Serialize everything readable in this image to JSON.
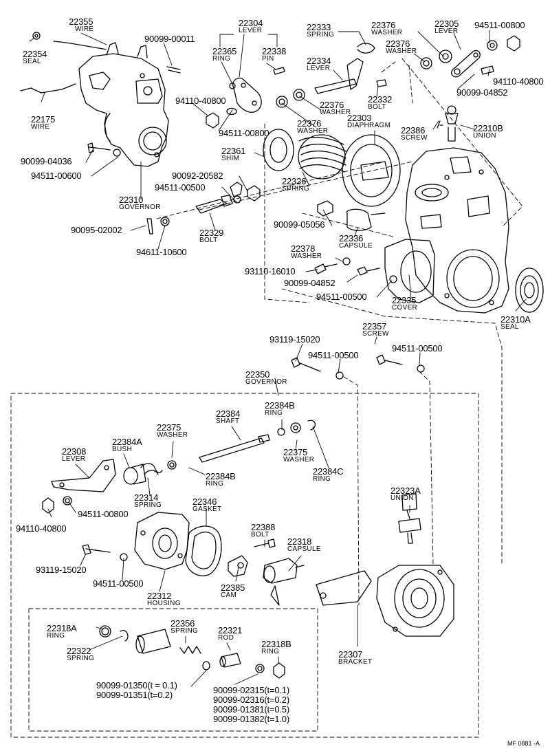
{
  "parts": [
    {
      "number": "22355",
      "name": "WIRE"
    },
    {
      "number": "22354",
      "name": "SEAL"
    },
    {
      "number": "90099-00011",
      "name": ""
    },
    {
      "number": "22304",
      "name": "LEVER"
    },
    {
      "number": "22365",
      "name": "RING"
    },
    {
      "number": "22338",
      "name": "PIN"
    },
    {
      "number": "22333",
      "name": "SPRING"
    },
    {
      "number": "22376",
      "name": "WASHER"
    },
    {
      "number": "22305",
      "name": "LEVER"
    },
    {
      "number": "94511-00800",
      "name": ""
    },
    {
      "number": "22376",
      "name": "WASHER"
    },
    {
      "number": "22334",
      "name": "LEVER"
    },
    {
      "number": "94110-40800",
      "name": ""
    },
    {
      "number": "90099-04852",
      "name": ""
    },
    {
      "number": "22332",
      "name": "BOLT"
    },
    {
      "number": "22175",
      "name": "WIRE"
    },
    {
      "number": "94110-40800",
      "name": ""
    },
    {
      "number": "94511-00800",
      "name": ""
    },
    {
      "number": "22376",
      "name": "WASHER"
    },
    {
      "number": "22376",
      "name": "WASHER"
    },
    {
      "number": "22303",
      "name": "DIAPHRAGM"
    },
    {
      "number": "22386",
      "name": "SCREW"
    },
    {
      "number": "22310B",
      "name": "UNION"
    },
    {
      "number": "90099-04036",
      "name": ""
    },
    {
      "number": "22361",
      "name": "SHIM"
    },
    {
      "number": "94511-00600",
      "name": ""
    },
    {
      "number": "90092-20582",
      "name": ""
    },
    {
      "number": "22326",
      "name": "SPRING"
    },
    {
      "number": "94511-00500",
      "name": ""
    },
    {
      "number": "22310",
      "name": "GOVERNOR"
    },
    {
      "number": "90099-05056",
      "name": ""
    },
    {
      "number": "90095-02002",
      "name": ""
    },
    {
      "number": "22329",
      "name": "BOLT"
    },
    {
      "number": "22336",
      "name": "CAPSULE"
    },
    {
      "number": "94611-10600",
      "name": ""
    },
    {
      "number": "22378",
      "name": "WASHER"
    },
    {
      "number": "93110-16010",
      "name": ""
    },
    {
      "number": "90099-04852",
      "name": ""
    },
    {
      "number": "94511-00500",
      "name": ""
    },
    {
      "number": "22335",
      "name": "COVER"
    },
    {
      "number": "22310A",
      "name": "SEAL"
    },
    {
      "number": "22357",
      "name": "SCREW"
    },
    {
      "number": "93119-15020",
      "name": ""
    },
    {
      "number": "94511-00500",
      "name": ""
    },
    {
      "number": "94511-00500",
      "name": ""
    },
    {
      "number": "22350",
      "name": "GOVERNOR"
    },
    {
      "number": "22384",
      "name": "SHAFT"
    },
    {
      "number": "22384B",
      "name": "RING"
    },
    {
      "number": "22375",
      "name": "WASHER"
    },
    {
      "number": "22384A",
      "name": "BUSH"
    },
    {
      "number": "22308",
      "name": "LEVER"
    },
    {
      "number": "22375",
      "name": "WASHER"
    },
    {
      "number": "22384C",
      "name": "RING"
    },
    {
      "number": "22384B",
      "name": "RING"
    },
    {
      "number": "22314",
      "name": "SPRING"
    },
    {
      "number": "94511-00800",
      "name": ""
    },
    {
      "number": "22346",
      "name": "GASKET"
    },
    {
      "number": "94110-40800",
      "name": ""
    },
    {
      "number": "22323A",
      "name": "UNION"
    },
    {
      "number": "22388",
      "name": "BOLT"
    },
    {
      "number": "22318",
      "name": "CAPSULE"
    },
    {
      "number": "93119-15020",
      "name": ""
    },
    {
      "number": "94511-00500",
      "name": ""
    },
    {
      "number": "22385",
      "name": "CAM"
    },
    {
      "number": "22312",
      "name": "HOUSING"
    },
    {
      "number": "22318A",
      "name": "RING"
    },
    {
      "number": "22356",
      "name": "SPRING"
    },
    {
      "number": "22321",
      "name": "ROD"
    },
    {
      "number": "22322",
      "name": "SPRING"
    },
    {
      "number": "22318B",
      "name": "RING"
    },
    {
      "number": "22307",
      "name": "BRACKET"
    }
  ],
  "shim_notes": [
    "90099-01350(t = 0.1)",
    "90099-01351(t=0.2)",
    "90099-02315(t=0.1)",
    "90099-02316(t=0.2)",
    "90099-01381(t=0.5)",
    "90099-01382(t=1.0)"
  ],
  "figure_code": "MF 0881 -A"
}
